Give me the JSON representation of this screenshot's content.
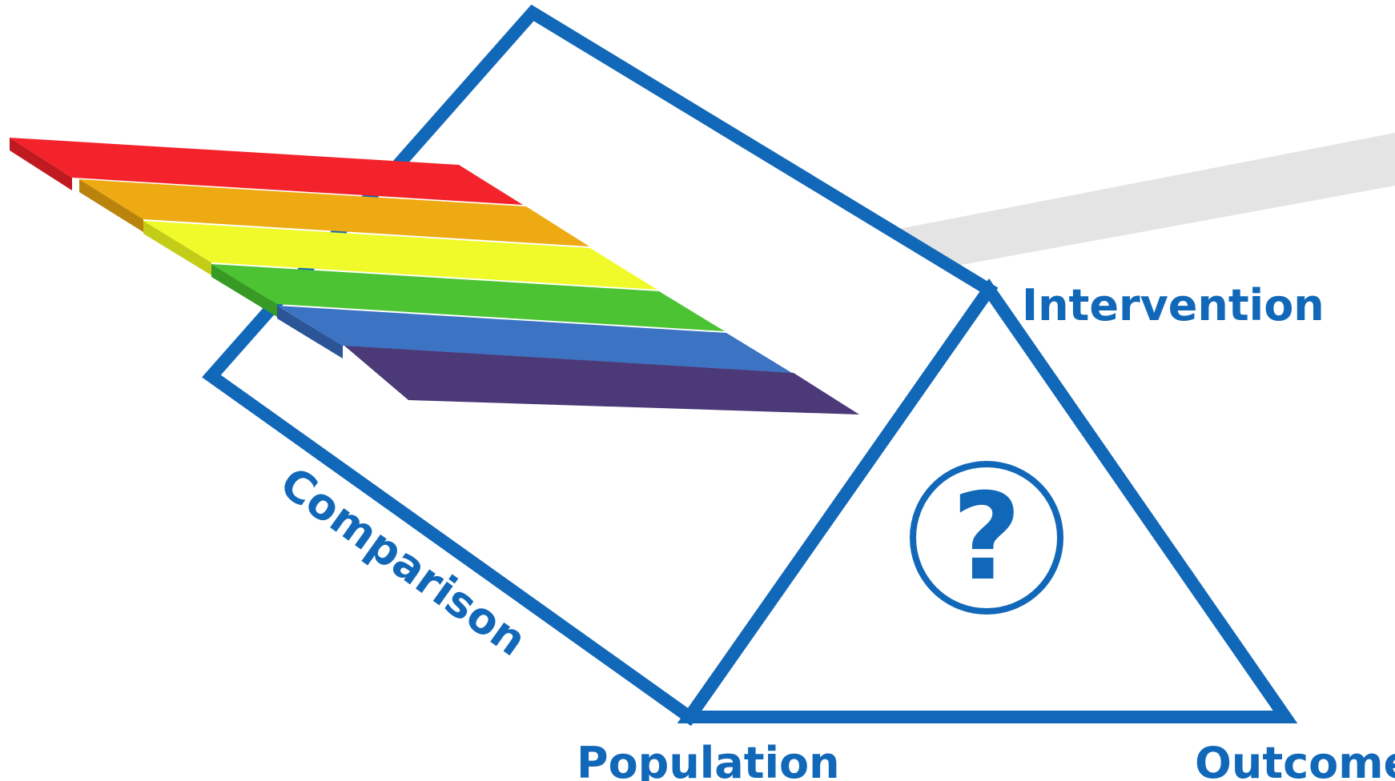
{
  "labels": {
    "intervention": "Intervention",
    "comparison": "Comparison",
    "population": "Population",
    "outcome": "Outcome",
    "question_mark": "?"
  },
  "colors": {
    "outline": "#1268b8",
    "incoming_beam": "#e4e4e4",
    "spectrum": [
      "#f4232b",
      "#eeaa12",
      "#f0fa2a",
      "#4bc333",
      "#3c73c3",
      "#4b3978"
    ]
  },
  "icons": {
    "center_symbol": "question-mark-circle-icon"
  }
}
